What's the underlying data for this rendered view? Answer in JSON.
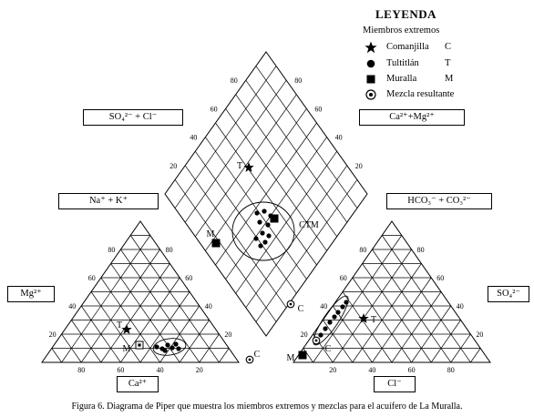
{
  "legend": {
    "title": "LEYENDA",
    "subtitle": "Miembros extremos",
    "items": [
      {
        "name": "Comanjilla",
        "abbr": "C",
        "icon": "star-icon"
      },
      {
        "name": "Tultitlán",
        "abbr": "T",
        "icon": "filled-circle-icon"
      },
      {
        "name": "Muralla",
        "abbr": "M",
        "icon": "filled-square-icon"
      },
      {
        "name": "Mezcla resultante",
        "abbr": "",
        "icon": "mixture-circle-icon"
      }
    ]
  },
  "labels": {
    "so4_cl": "SO₄²⁻ + Cl⁻",
    "ca_mg": "Ca²⁺+Mg²⁺",
    "na_k": "Na⁺ + K⁺",
    "hco3_co3": "HCO₃⁻ + CO₃²⁻",
    "mg": "Mg²⁺",
    "so4": "SO₄²⁻",
    "ca": "Ca²⁺",
    "cl": "Cl⁻"
  },
  "ticks": {
    "diamond_left": [
      "20",
      "40",
      "60",
      "80"
    ],
    "diamond_right": [
      "20",
      "40",
      "60",
      "80"
    ],
    "left_tri_bottom": [
      "80",
      "60",
      "40",
      "20"
    ],
    "left_tri_right": [
      "20",
      "40",
      "60",
      "80"
    ],
    "left_tri_left": [
      "20",
      "40",
      "60",
      "80"
    ],
    "right_tri_bottom": [
      "20",
      "40",
      "60",
      "80"
    ],
    "right_tri_left": [
      "20",
      "40",
      "60",
      "80"
    ],
    "right_tri_right": [
      "20",
      "40",
      "60",
      "80"
    ]
  },
  "point_labels": {
    "T_diamond": "T",
    "M_diamond": "M",
    "CTM": "CTM",
    "C_diamond": "C",
    "T_left": "T",
    "M_left": "M",
    "C_left": "C",
    "T_right": "T",
    "M_right": "M",
    "C_right": "C"
  },
  "caption": "Figura 6. Diagrama de Piper que muestra los miembros extremos y mezclas para el acuífero de La Muralla.",
  "colors": {
    "line": "#000000",
    "background": "#ffffff"
  }
}
